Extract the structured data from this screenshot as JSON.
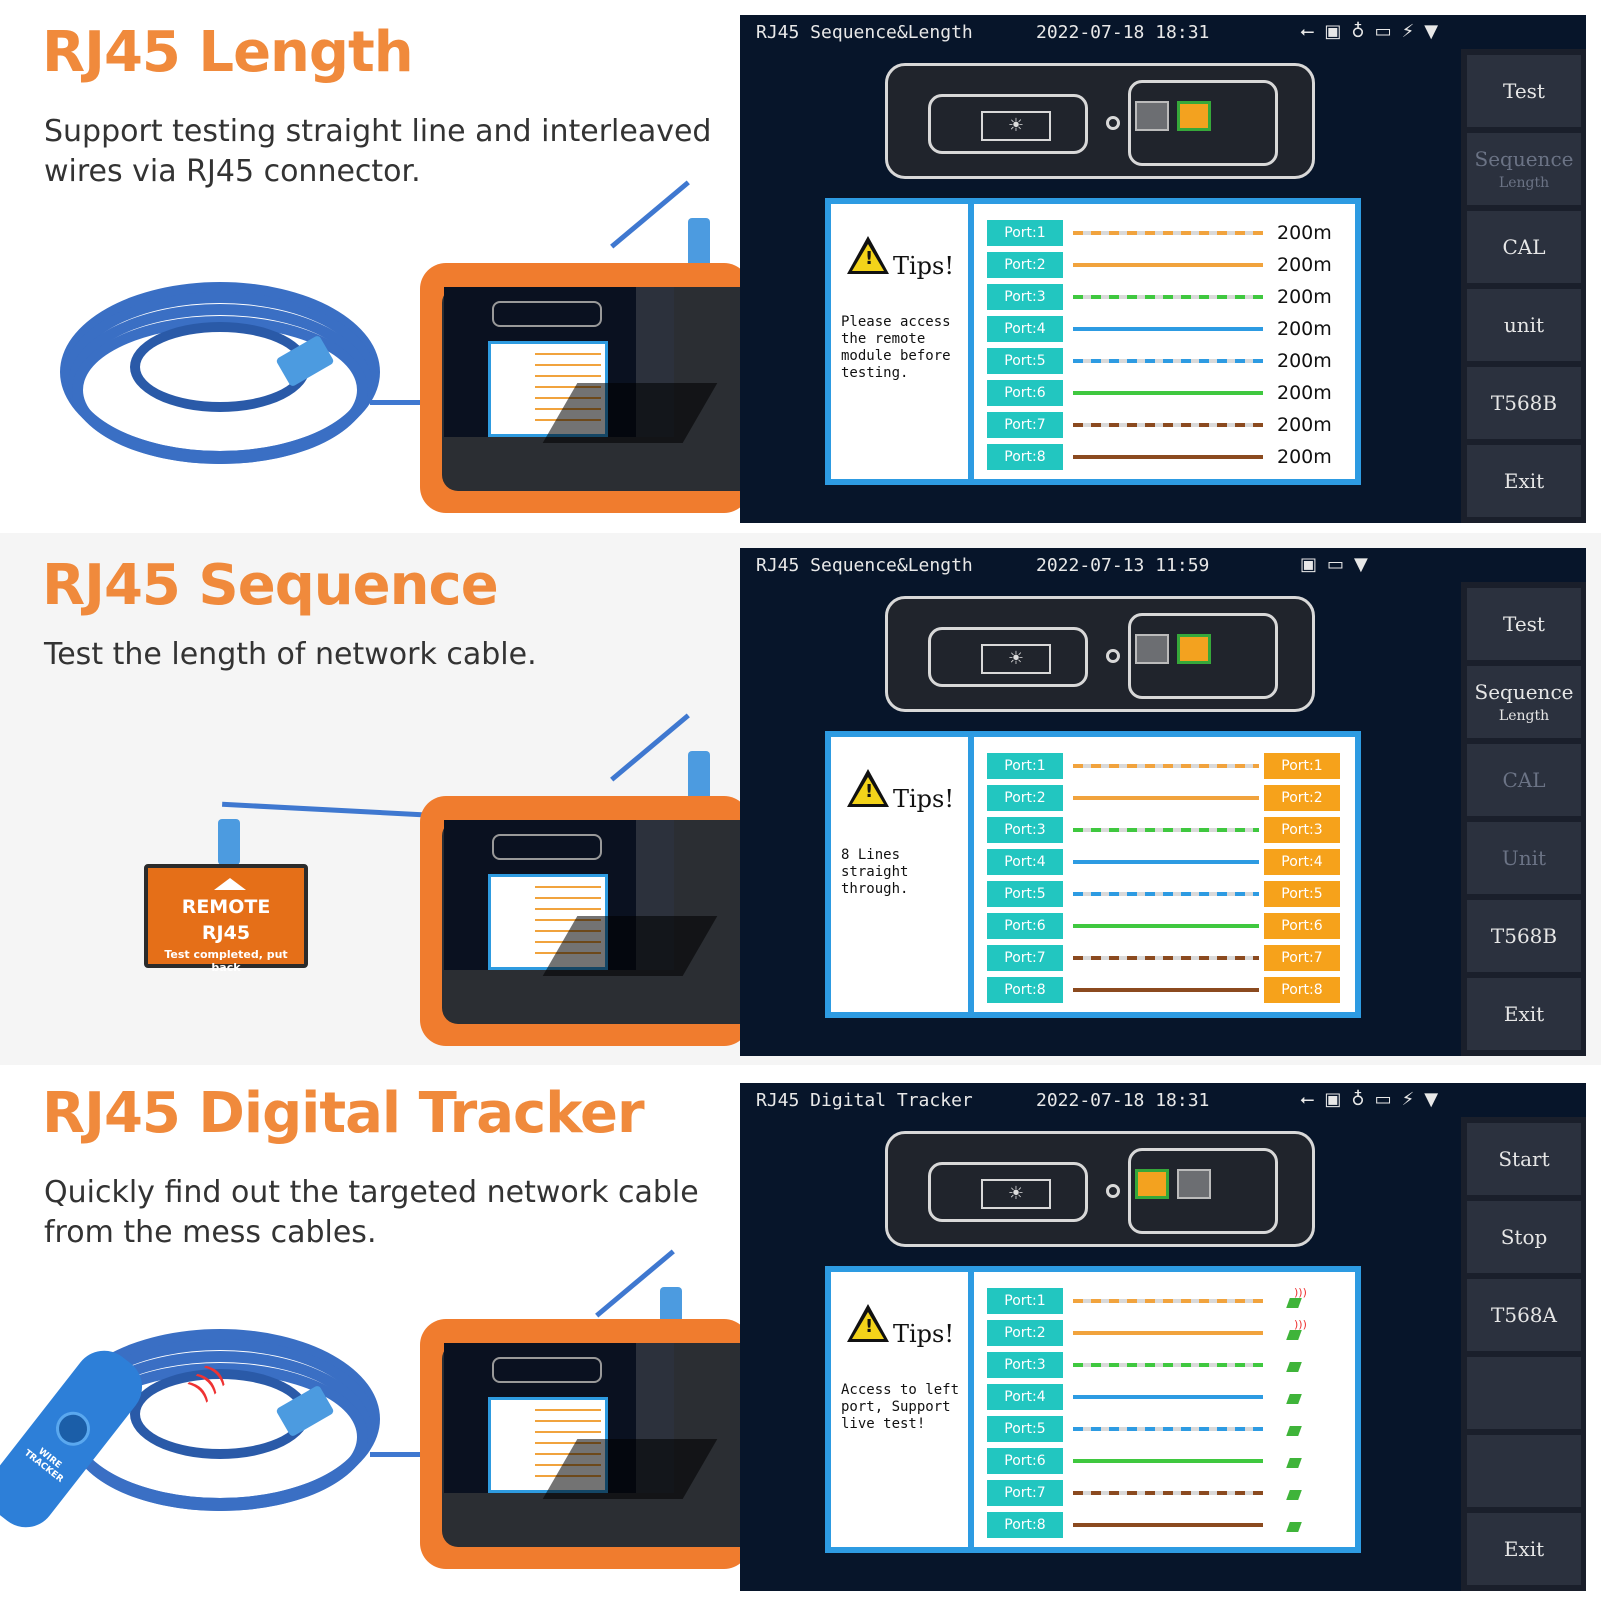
{
  "colors": {
    "headline": "#f08a3c",
    "panel_border": "#2d9be2",
    "port_left": "#22c6c0",
    "port_right": "#f6a21b"
  },
  "sections": [
    {
      "headline": "RJ45 Length",
      "subtitle": "Support testing straight line and interleaved wires via RJ45 connector.",
      "screen": {
        "title": "RJ45 Sequence&Length",
        "datetime": "2022-07-18 18:31",
        "status_icons": [
          "usb-icon",
          "sd-card-icon",
          "flashlight-icon",
          "battery-icon",
          "charging-icon",
          "dropdown-icon"
        ],
        "menu": [
          {
            "label": "Test",
            "dim": false
          },
          {
            "label": "Sequence",
            "label2": "Length",
            "dim": true
          },
          {
            "label": "CAL",
            "dim": false
          },
          {
            "label": "unit",
            "dim": false
          },
          {
            "label": "T568B",
            "dim": false
          },
          {
            "label": "Exit",
            "dim": false
          }
        ],
        "tips_title": "Tips!",
        "tips_text": "Please access the remote module before testing.",
        "ports": [
          {
            "left": "Port:1",
            "value": "200m"
          },
          {
            "left": "Port:2",
            "value": "200m"
          },
          {
            "left": "Port:3",
            "value": "200m"
          },
          {
            "left": "Port:4",
            "value": "200m"
          },
          {
            "left": "Port:5",
            "value": "200m"
          },
          {
            "left": "Port:6",
            "value": "200m"
          },
          {
            "left": "Port:7",
            "value": "200m"
          },
          {
            "left": "Port:8",
            "value": "200m"
          }
        ]
      }
    },
    {
      "headline": "RJ45 Sequence",
      "subtitle": "Test the length of network cable.",
      "remote": {
        "line1": "REMOTE",
        "line2": "RJ45",
        "line3": "Test completed, put back"
      },
      "screen": {
        "title": "RJ45 Sequence&Length",
        "datetime": "2022-07-13 11:59",
        "status_icons": [
          "sd-card-icon",
          "battery-icon",
          "dropdown-icon"
        ],
        "menu": [
          {
            "label": "Test",
            "dim": false
          },
          {
            "label": "Sequence",
            "label2": "Length",
            "dim": false
          },
          {
            "label": "CAL",
            "dim": true
          },
          {
            "label": "Unit",
            "dim": true
          },
          {
            "label": "T568B",
            "dim": false
          },
          {
            "label": "Exit",
            "dim": false
          }
        ],
        "tips_title": "Tips!",
        "tips_text": "8 Lines straight through.",
        "ports": [
          {
            "left": "Port:1",
            "right": "Port:1"
          },
          {
            "left": "Port:2",
            "right": "Port:2"
          },
          {
            "left": "Port:3",
            "right": "Port:3"
          },
          {
            "left": "Port:4",
            "right": "Port:4"
          },
          {
            "left": "Port:5",
            "right": "Port:5"
          },
          {
            "left": "Port:6",
            "right": "Port:6"
          },
          {
            "left": "Port:7",
            "right": "Port:7"
          },
          {
            "left": "Port:8",
            "right": "Port:8"
          }
        ]
      }
    },
    {
      "headline": "RJ45 Digital Tracker",
      "subtitle": "Quickly find out the targeted network cable from the mess cables.",
      "tracker_text": "WIRE TRACKER",
      "screen": {
        "title": "RJ45 Digital Tracker",
        "datetime": "2022-07-18 18:31",
        "status_icons": [
          "usb-icon",
          "sd-card-icon",
          "flashlight-icon",
          "battery-icon",
          "charging-icon",
          "dropdown-icon"
        ],
        "menu": [
          {
            "label": "Start",
            "dim": false
          },
          {
            "label": "Stop",
            "dim": false
          },
          {
            "label": "T568A",
            "dim": false
          },
          {
            "label": "",
            "dim": false
          },
          {
            "label": "",
            "dim": false
          },
          {
            "label": "Exit",
            "dim": false
          }
        ],
        "tips_title": "Tips!",
        "tips_text": "Access to left port, Support live test!",
        "ports": [
          {
            "left": "Port:1",
            "signal": "strong"
          },
          {
            "left": "Port:2",
            "signal": "strong"
          },
          {
            "left": "Port:3",
            "signal": "none"
          },
          {
            "left": "Port:4",
            "signal": "none"
          },
          {
            "left": "Port:5",
            "signal": "none"
          },
          {
            "left": "Port:6",
            "signal": "none"
          },
          {
            "left": "Port:7",
            "signal": "none"
          },
          {
            "left": "Port:8",
            "signal": "none"
          }
        ]
      }
    }
  ],
  "wire_colors": [
    {
      "color": "#f1a33d",
      "dashed": true
    },
    {
      "color": "#f1a33d",
      "dashed": false
    },
    {
      "color": "#3fc83f",
      "dashed": true
    },
    {
      "color": "#2d9be2",
      "dashed": false
    },
    {
      "color": "#2d9be2",
      "dashed": true
    },
    {
      "color": "#3fc83f",
      "dashed": false
    },
    {
      "color": "#8b4a1f",
      "dashed": true
    },
    {
      "color": "#8b4a1f",
      "dashed": false
    }
  ]
}
